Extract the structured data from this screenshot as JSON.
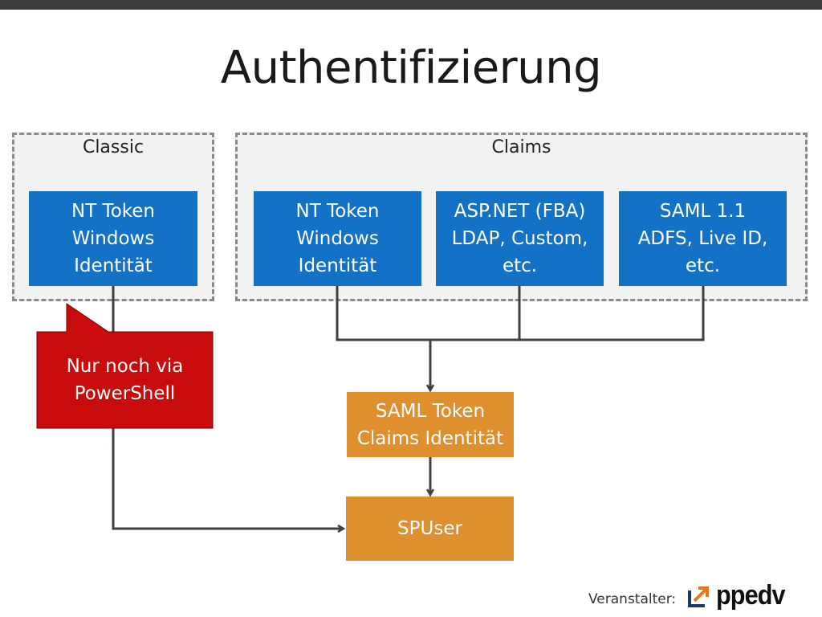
{
  "slide": {
    "title": "Authentifizierung"
  },
  "groups": {
    "classic": {
      "label": "Classic"
    },
    "claims": {
      "label": "Claims"
    }
  },
  "boxes": {
    "classic_nt": "NT Token\nWindows\nIdentität",
    "claims_nt": "NT Token\nWindows\nIdentität",
    "claims_asp": "ASP.NET (FBA)\nLDAP, Custom,\netc.",
    "claims_saml": "SAML 1.1\nADFS, Live ID,\netc.",
    "saml_token": "SAML Token\nClaims Identität",
    "spuser": "SPUser"
  },
  "callout": {
    "text": "Nur noch via\nPowerShell"
  },
  "footer": {
    "label": "Veranstalter:",
    "logo_text": "ppedv"
  },
  "colors": {
    "blue": "#1372c6",
    "orange": "#e08f2f",
    "red": "#c80b0b",
    "connector": "#404040"
  },
  "icons": {
    "logo": "ppedv-arrow-logo-icon"
  }
}
